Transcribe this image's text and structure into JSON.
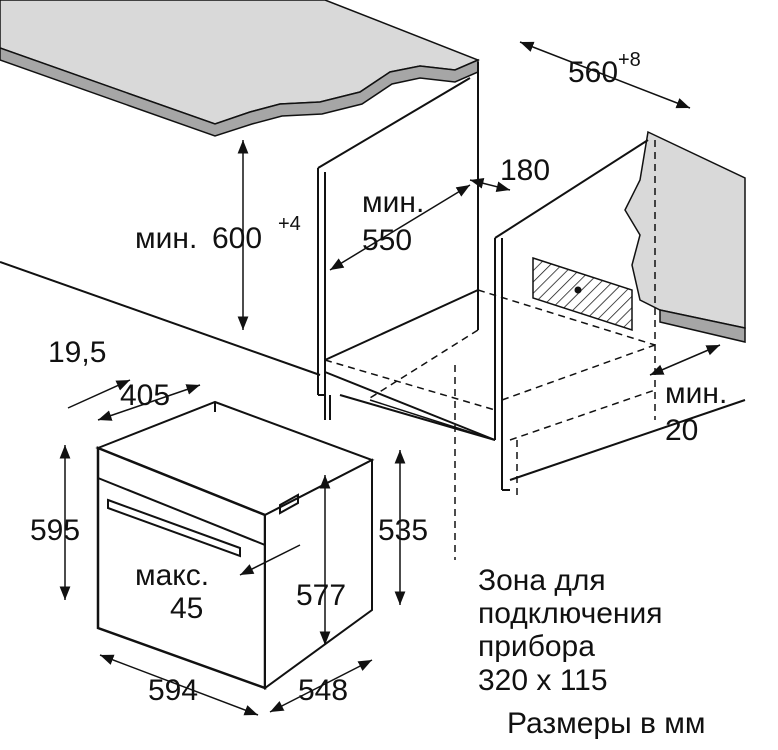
{
  "title": "Размеры в мм",
  "dimensions": {
    "niche_width": {
      "value": "560",
      "tolerance": "+8"
    },
    "rear_gap": "180",
    "niche_height": {
      "prefix": "мин.",
      "value": "600",
      "tolerance": "+4"
    },
    "niche_depth": {
      "prefix": "мин.",
      "value": "550"
    },
    "front_panel_depth": "19,5",
    "top_depth": "405",
    "oven_height": "595",
    "body_height": "535",
    "inner_height": "577",
    "max_gap": {
      "prefix": "макс.",
      "value": "45"
    },
    "oven_width": "594",
    "oven_depth": "548",
    "side_gap": {
      "prefix": "мин.",
      "value": "20"
    }
  },
  "connection_zone": {
    "lines": [
      "Зона для",
      "подключения",
      "прибора",
      "320 x 115"
    ]
  },
  "colors": {
    "countertop": "#d9d9d9",
    "countertop_edge": "#a6a6a6",
    "line": "#111111"
  }
}
